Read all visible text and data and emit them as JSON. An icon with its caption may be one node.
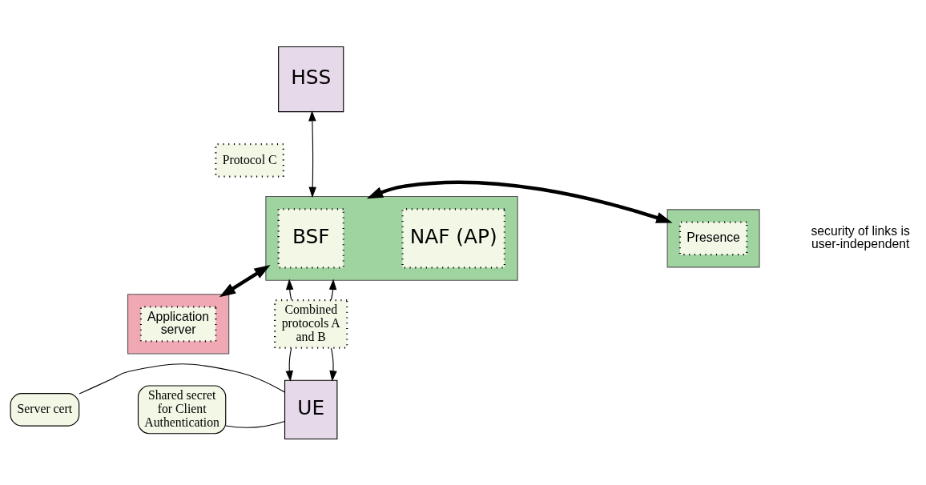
{
  "diagram": {
    "nodes": [
      {
        "text": [
          "HSS"
        ]
      },
      {
        "text": [
          "Protocol C"
        ]
      },
      {
        "text": [],
        "shape": "box"
      },
      {
        "text": [
          "BSF"
        ],
        "in": 2
      },
      {
        "text": [
          "NAF (AP)"
        ],
        "in": 2
      },
      {
        "text": [],
        "shape": "box"
      },
      {
        "text": [
          "Presence"
        ],
        "in": 5
      },
      {
        "text": [],
        "shape": "box"
      },
      {
        "text": [
          "Application server"
        ],
        "in": 7
      },
      {
        "text": [
          "Combined protocols A and B"
        ]
      },
      {
        "text": [
          "Shared secret for Client Authentication"
        ]
      },
      {
        "text": [
          "UE"
        ]
      },
      {
        "text": [
          "Server cert"
        ]
      }
    ],
    "edges": [
      {
        "from": 2,
        "to": 0,
        "arrow": "both"
      },
      {
        "from": 2,
        "to": 5,
        "arrow": "both",
        "style": "thick"
      },
      {
        "from": 2,
        "to": 7,
        "arrow": "both",
        "style": "thick"
      },
      {
        "from": 9,
        "to": 2,
        "arrow": "to"
      },
      {
        "from": 9,
        "to": 2,
        "arrow": "to"
      },
      {
        "from": 9,
        "to": 11,
        "arrow": "to"
      },
      {
        "from": 9,
        "to": 11,
        "arrow": "to"
      },
      {
        "from": 10,
        "to": 11,
        "arrow": "none"
      },
      {
        "from": 12,
        "to": 11,
        "arrow": "none"
      }
    ],
    "labels": [
      "security of links is user-independent"
    ]
  }
}
